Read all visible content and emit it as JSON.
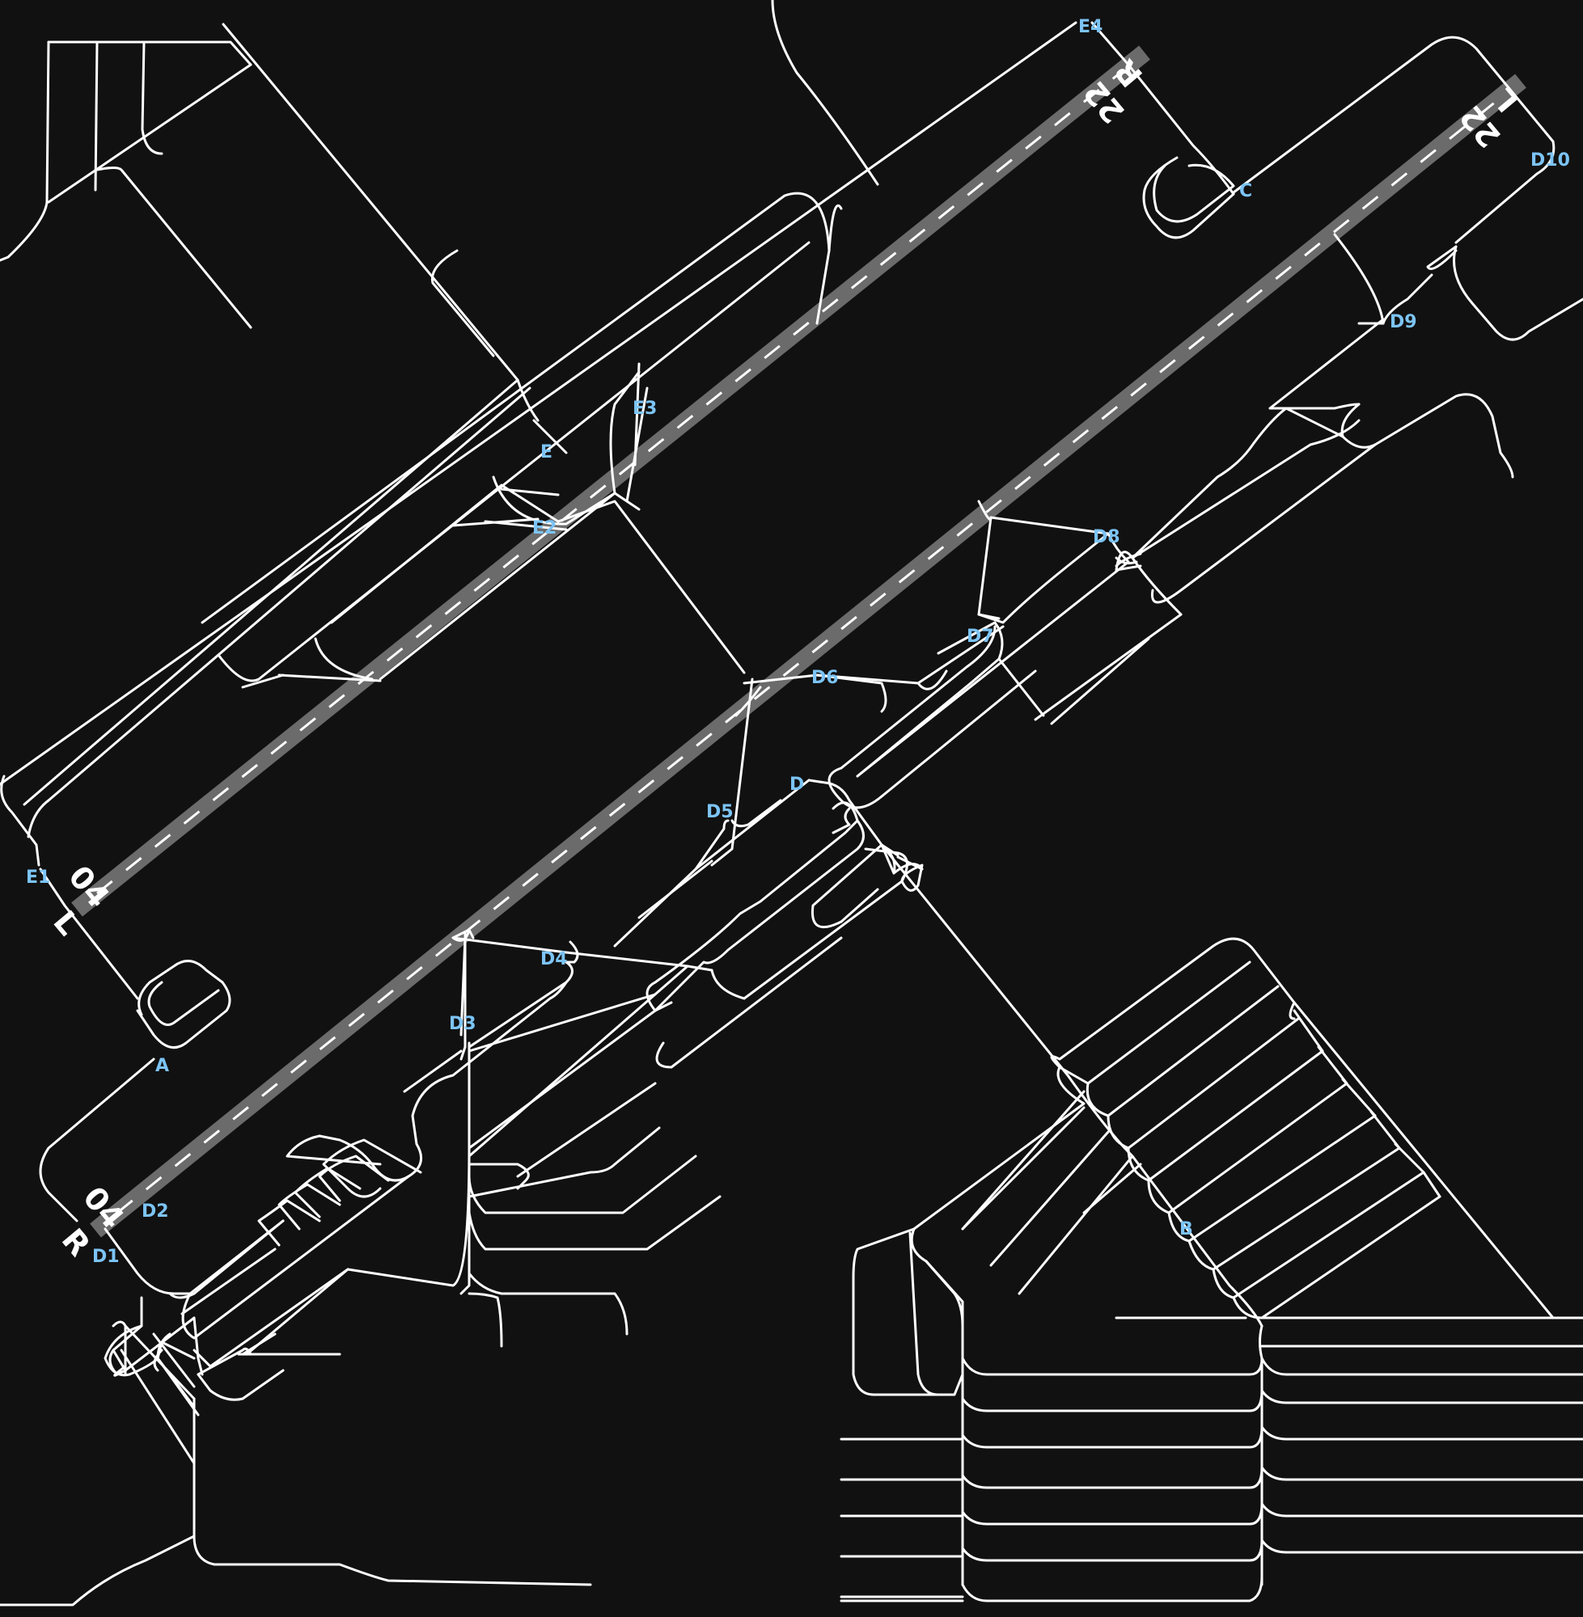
{
  "colors": {
    "background": "#111111",
    "taxiway_line": "#ffffff",
    "runway_surface": "#6b6b6b",
    "taxiway_label": "#7cc4f5",
    "runway_label": "#ffffff"
  },
  "map": {
    "runways": [
      {
        "id": "04L-22R",
        "end_a": "04",
        "end_a_side": "L",
        "end_b": "22",
        "end_b_side": "R"
      },
      {
        "id": "04R-22L",
        "end_a": "04",
        "end_a_side": "R",
        "end_b": "22",
        "end_b_side": "L"
      }
    ],
    "taxiway_labels": [
      "E4",
      "C",
      "D10",
      "D9",
      "E3",
      "E",
      "E2",
      "D8",
      "D7",
      "D6",
      "D",
      "D5",
      "E1",
      "D4",
      "D3",
      "A",
      "D2",
      "D1",
      "B"
    ]
  }
}
